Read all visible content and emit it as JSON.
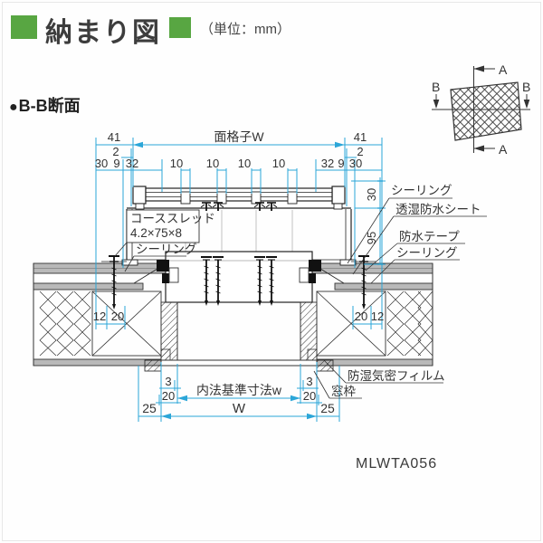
{
  "header": {
    "title": "納まり図",
    "unit": "（単位：mm）"
  },
  "section": {
    "bullet": "●",
    "label": "B-B断面"
  },
  "drawing_code": "MLWTA056",
  "mini_diagram": {
    "section_a": "A",
    "section_b": "B"
  },
  "dimensions": {
    "grille_width_label": "面格子W",
    "top": {
      "left_41": "41",
      "right_41": "41",
      "left_2": "2",
      "right_2": "2",
      "row3": [
        "30",
        "9",
        "32",
        "10",
        "10",
        "10",
        "10",
        "32",
        "9",
        "30"
      ]
    },
    "side": {
      "d30": "30",
      "d95": "95"
    },
    "mid_left": {
      "d12": "12",
      "d20": "20"
    },
    "mid_right": {
      "d20": "20",
      "d12": "12"
    },
    "bottom": {
      "inner_label": "内法基準寸法w",
      "w_label": "W",
      "left_25": "25",
      "right_25": "25",
      "left_3": "3",
      "left_20": "20",
      "right_3": "3",
      "right_20": "20"
    }
  },
  "annotations": {
    "coarse_thread_line1": "コーススレッド",
    "coarse_thread_line2": "4.2×75×8",
    "sealing_left": "シーリング",
    "sealing_top_right": "シーリング",
    "breathable_sheet": "透湿防水シート",
    "waterproof_tape": "防水テープ",
    "sealing_right": "シーリング",
    "vapor_film": "防湿気密フィルム",
    "window_frame": "窓枠"
  },
  "colors": {
    "accent_green": "#58A642",
    "dimension_blue": "#2BA6D8",
    "line_dark": "#222222",
    "fill_gray": "#b9b9b9"
  }
}
